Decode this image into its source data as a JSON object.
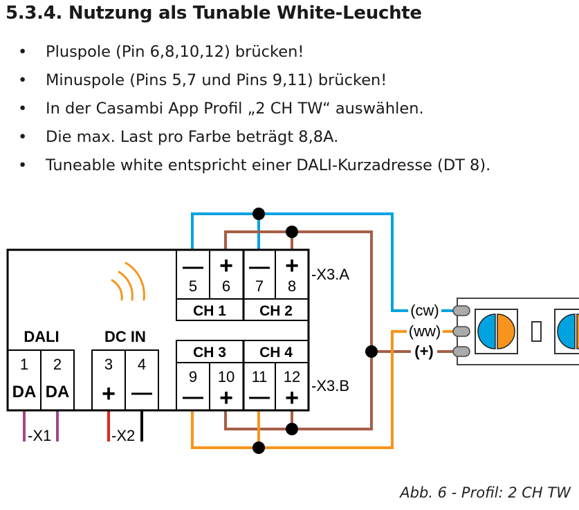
{
  "heading": "5.3.4.  Nutzung als Tunable White-Leuchte",
  "bullets": [
    "Pluspole (Pin 6,8,10,12) brücken!",
    "Minuspole (Pins 5,7 und Pins 9,11) brücken!",
    "In der Casambi App Profil „2 CH TW“ auswählen.",
    "Die max. Last pro Farbe beträgt 8,8A.",
    "Tuneable white entspricht einer DALI-Kurzadresse (DT 8)."
  ],
  "bullet_symbol": "•",
  "diagram": {
    "x3a": {
      "label": "-X3.A",
      "pins": [
        "5",
        "6",
        "7",
        "8"
      ],
      "signs": [
        "—",
        "+",
        "—",
        "+"
      ],
      "channels": [
        "CH 1",
        "CH 2"
      ]
    },
    "x3b": {
      "label": "-X3.B",
      "pins": [
        "9",
        "10",
        "11",
        "12"
      ],
      "signs": [
        "—",
        "+",
        "—",
        "+"
      ],
      "channels": [
        "CH 3",
        "CH 4"
      ]
    },
    "dali": {
      "title": "DALI",
      "pins": [
        "1",
        "2"
      ],
      "signs": [
        "DA",
        "DA"
      ],
      "label": "-X1"
    },
    "dcin": {
      "title": "DC IN",
      "pins": [
        "3",
        "4"
      ],
      "signs": [
        "+",
        "—"
      ],
      "label": "-X2"
    },
    "led": {
      "cw": "(cw)",
      "ww": "(ww)",
      "plus": "(+)"
    },
    "colors": {
      "cw": "#00a3e0",
      "ww": "#f7941d",
      "plus": "#a65e46",
      "dali": "#a0468c",
      "dc_plus": "#e2231a",
      "dc_minus": "#000000",
      "wireless": "#f7941d"
    }
  },
  "caption": "Abb. 6  -  Profil: 2 CH TW"
}
